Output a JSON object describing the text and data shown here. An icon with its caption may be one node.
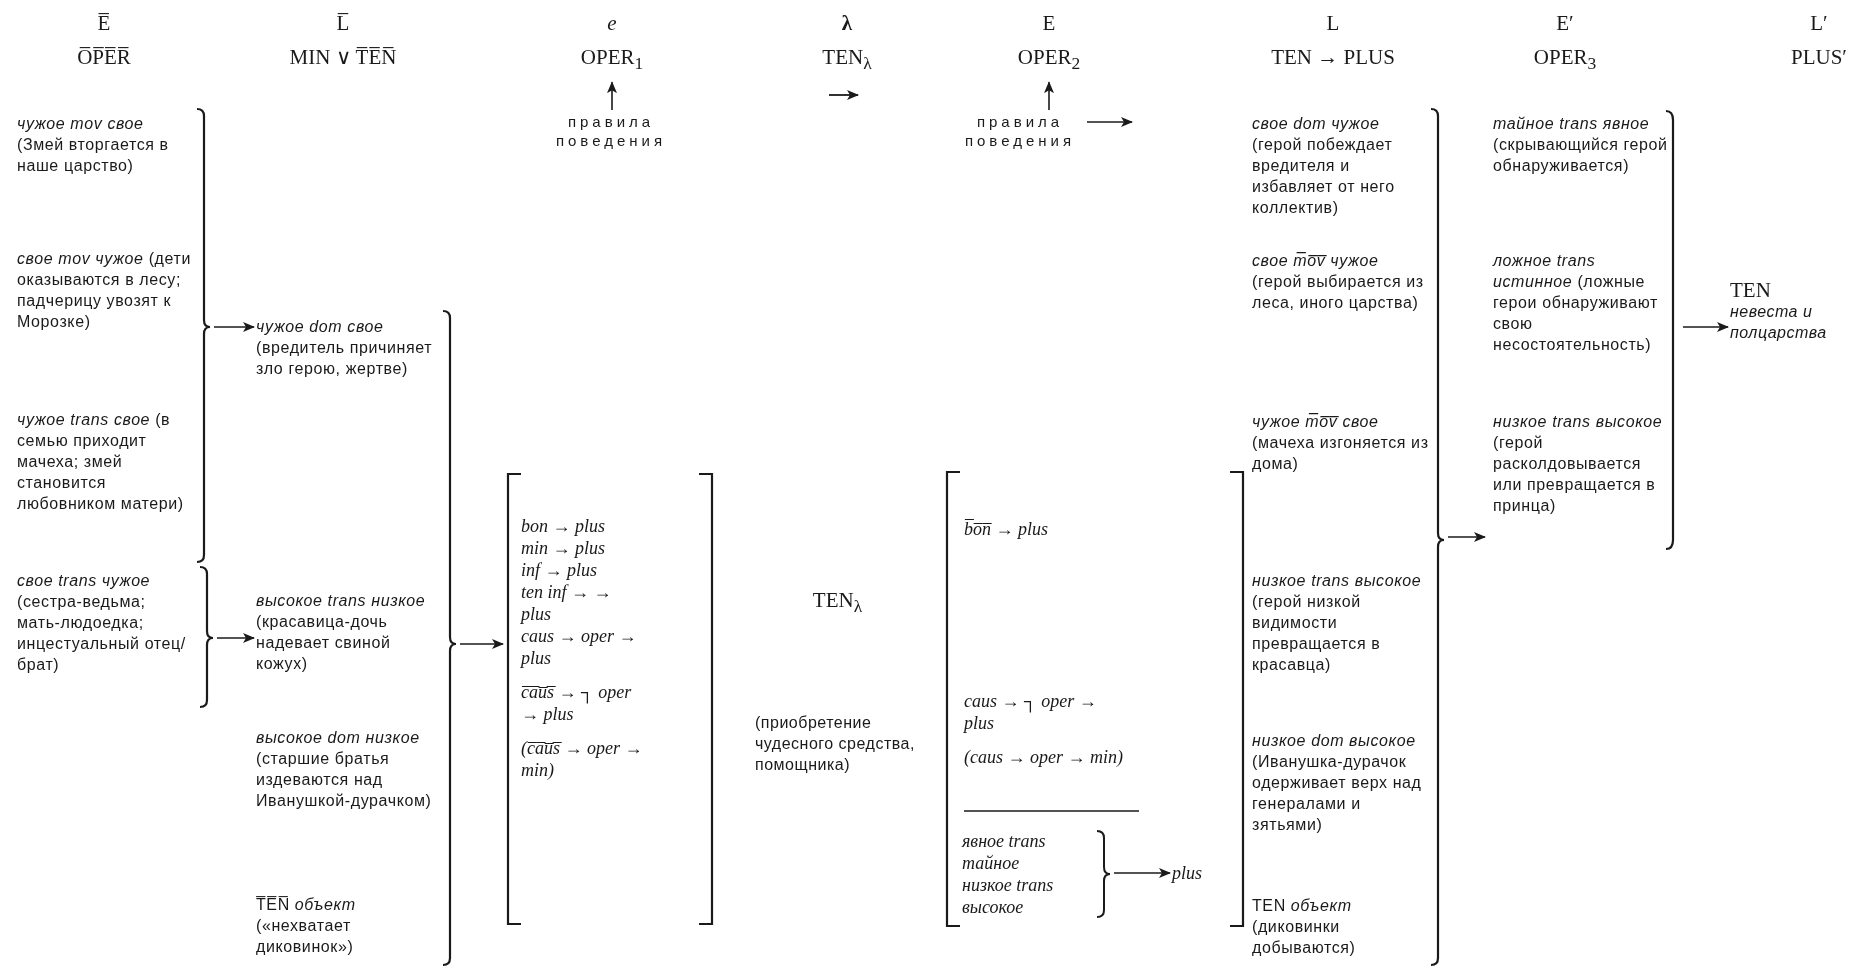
{
  "diagram": {
    "nodes": [
      {
        "text": [
          "E̅",
          "O̅P̅E̅R̅"
        ]
      },
      {
        "text": [
          "L̅",
          "MIN ∨ T̅E̅N̅"
        ]
      },
      {
        "text": [
          "e",
          "OPER$_{1}$"
        ]
      },
      {
        "text": [
          "λ",
          "TEN$_{λ}$"
        ]
      },
      {
        "text": [
          "E",
          "OPER$_{2}$"
        ]
      },
      {
        "text": [
          "L",
          "TEN → PLUS"
        ]
      },
      {
        "text": [
          "E′",
          "OPER$_{3}$"
        ]
      },
      {
        "text": [
          "L′",
          "PLUS′"
        ]
      },
      {
        "text": [
          "правила поведения"
        ]
      },
      {
        "text": [
          "правила поведения"
        ]
      },
      {
        "text": [],
        "shape": "bracket"
      },
      {
        "text": [
          "*чужое mov свое* (Змей вторгается в наше царство)"
        ],
        "in": 10
      },
      {
        "text": [
          "*свое mov чужое* (дети оказываются в лесу; падчерицу увозят к Морозке)"
        ],
        "in": 10
      },
      {
        "text": [
          "*чужое trans свое* (в семью приходит мачеха; змей становится любовником матери)"
        ],
        "in": 10
      },
      {
        "text": [],
        "shape": "bracket"
      },
      {
        "text": [
          "*свое trans чужое* (сестра-ведьма; мать-людоедка; инцестуальный отец/брат)"
        ],
        "in": 14
      },
      {
        "text": [],
        "shape": "bracket"
      },
      {
        "text": [
          "*чужое dom свое* (вредитель причиняет зло герою, жертве)"
        ],
        "in": 16
      },
      {
        "text": [
          "*высокое trans низкое* (красавица-дочь надевает свиной кожух)"
        ],
        "in": 16
      },
      {
        "text": [
          "*высокое dom низкое* (старшие братья издеваются над Иванушкой-дурачком)"
        ],
        "in": 16
      },
      {
        "text": [
          "T̅E̅N̅ *объект* («нехватает диковинок»)"
        ],
        "in": 16
      },
      {
        "text": [],
        "shape": "bracket"
      },
      {
        "text": [
          "bon → plus",
          "min → plus",
          "inf → plus",
          "ten inf → → plus",
          "caus → oper → plus",
          "c̅a̅u̅s̅ → ┐ oper → plus",
          "(c̅a̅u̅s̅ → oper → min)"
        ],
        "in": 21
      },
      {
        "text": [
          "TEN$_{λ}$",
          "(приобретение чудесного средства, помощника)"
        ]
      },
      {
        "text": [],
        "shape": "bracket"
      },
      {
        "text": [
          "b̅o̅n̅ → plus"
        ],
        "in": 24
      },
      {
        "text": [
          "caus → ┐ oper → plus",
          "(caus → oper → min)"
        ],
        "in": 24
      },
      {
        "text": [
          "явное trans тайное",
          "низкое trans высокое"
        ],
        "in": 24
      },
      {
        "text": [
          "plus"
        ],
        "in": 24
      },
      {
        "text": [],
        "shape": "bracket"
      },
      {
        "text": [
          "*свое dom чужое* (герой побеждает вредителя и избавляет от него коллектив)"
        ],
        "in": 29
      },
      {
        "text": [
          "*свое m̅o̅v̅ чужое* (герой выбирается из леса, иного царства)"
        ],
        "in": 29
      },
      {
        "text": [
          "*чужое m̅o̅v̅ свое* (мачеха изгоняется из дома)"
        ],
        "in": 29
      },
      {
        "text": [
          "*низкое trans высокое* (герой низкой видимости превращается в красавца)"
        ],
        "in": 29
      },
      {
        "text": [
          "*низкое dom высокое* (Иванушка-дурачок одерживает верх над генералами и зятьями)"
        ],
        "in": 29
      },
      {
        "text": [
          "TEN *объект* (диковинки добываются)"
        ],
        "in": 29
      },
      {
        "text": [],
        "shape": "bracket"
      },
      {
        "text": [
          "*тайное trans явное* (скрывающийся герой обнаруживается)"
        ],
        "in": 36
      },
      {
        "text": [
          "*ложное trans истинное* (ложные герои обнаруживают свою несостоятельность)"
        ],
        "in": 36
      },
      {
        "text": [
          "*низкое trans высокое* (герой расколдовывается или превращается в принца)"
        ],
        "in": 36
      },
      {
        "text": [
          "TEN",
          "невеста и полцарства"
        ]
      }
    ],
    "edges": [
      {
        "from": 8,
        "to": 2,
        "arrow": "to"
      },
      {
        "from": 9,
        "to": 4,
        "arrow": "to"
      },
      {
        "from": 9,
        "to": null,
        "arrow": "to"
      },
      {
        "from": 10,
        "to": 17,
        "arrow": "to"
      },
      {
        "from": 14,
        "to": 18,
        "arrow": "to"
      },
      {
        "from": 16,
        "to": 21,
        "arrow": "to"
      },
      {
        "from": 27,
        "to": 28,
        "arrow": "to"
      },
      {
        "from": 29,
        "to": 36,
        "arrow": "to"
      },
      {
        "from": 36,
        "to": 40,
        "arrow": "to"
      }
    ]
  }
}
